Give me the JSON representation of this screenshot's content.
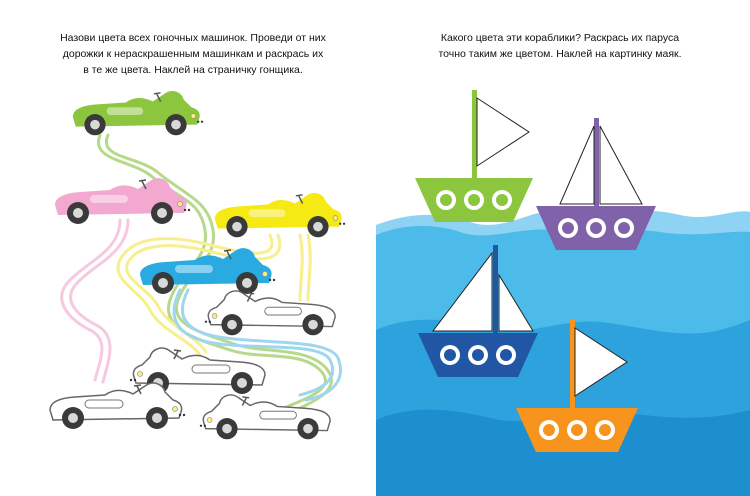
{
  "left_page": {
    "instruction_lines": [
      "Назови цвета всех гоночных машинок. Проведи от них",
      "дорожки к нераскрашенным машинкам и раскрась их",
      "в те же цвета. Наклей на страничку гонщика."
    ],
    "colored_cars": [
      {
        "name": "green-race-car",
        "color": "#8cc63f"
      },
      {
        "name": "pink-race-car",
        "color": "#f3a9cf"
      },
      {
        "name": "yellow-race-car",
        "color": "#f5ea14"
      },
      {
        "name": "blue-race-car",
        "color": "#29abe2"
      }
    ],
    "maze_path_colors": [
      "#b7d98a",
      "#f6c9df",
      "#f8ef8c",
      "#9fd6ef"
    ]
  },
  "right_page": {
    "instruction_lines": [
      "Какого цвета эти кораблики? Раскрась их паруса",
      "точно таким же цветом. Наклей на картинку маяк."
    ],
    "sea_color": "#29abe2",
    "boats": [
      {
        "name": "green-boat",
        "color": "#8cc63f"
      },
      {
        "name": "purple-boat",
        "color": "#8062ab"
      },
      {
        "name": "navy-boat",
        "color": "#2156a5"
      },
      {
        "name": "orange-boat",
        "color": "#f7941d"
      }
    ]
  }
}
